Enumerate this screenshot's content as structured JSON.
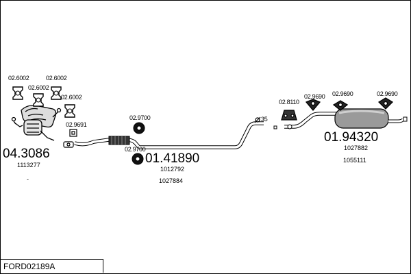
{
  "diagram": {
    "code": "FORD02189A",
    "parts": [
      {
        "id": "front",
        "number": "04.3086",
        "refs": [
          "1113277"
        ]
      },
      {
        "id": "middle",
        "number": "01.41890",
        "refs": [
          "1012792",
          "1027884"
        ]
      },
      {
        "id": "rear",
        "number": "01.94320",
        "refs": [
          "1027882",
          "1055111"
        ]
      }
    ],
    "hardware": [
      "02.6002",
      "02.6002",
      "02.6002",
      "02.6002",
      "02.9691",
      "02.9700",
      "02.9700",
      "02.8110",
      "02.9690",
      "02.9690",
      "02.9690"
    ],
    "diameter": "35",
    "note": "-"
  }
}
